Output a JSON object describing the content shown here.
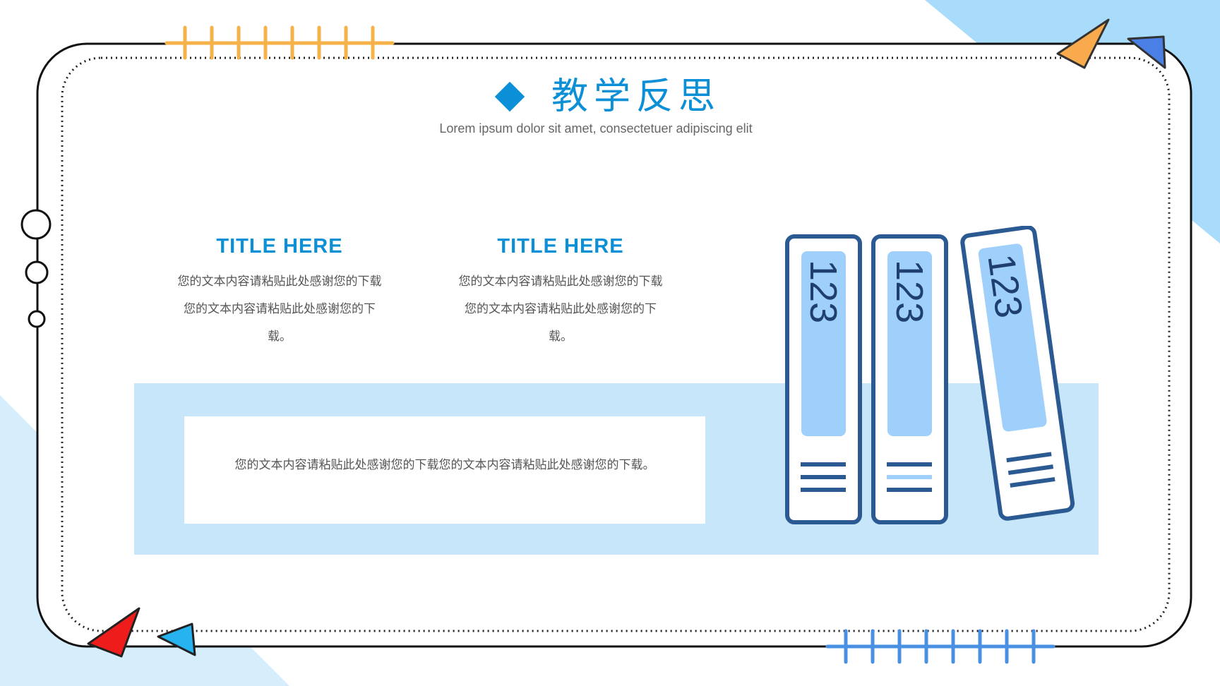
{
  "header": {
    "title": "教学反思",
    "subtitle": "Lorem ipsum dolor sit amet, consectetuer adipiscing elit"
  },
  "columns": [
    {
      "title": "TITLE HERE",
      "text": "您的文本内容请粘贴此处感谢您的下载您的文本内容请粘贴此处感谢您的下载。"
    },
    {
      "title": "TITLE HERE",
      "text": "您的文本内容请粘贴此处感谢您的下载您的文本内容请粘贴此处感谢您的下载。"
    }
  ],
  "card": {
    "text": "您的文本内容请粘贴此处感谢您的下载您的文本内容请粘贴此处感谢您的下载。"
  },
  "books": [
    {
      "label": "123"
    },
    {
      "label": "123"
    },
    {
      "label": "123"
    }
  ],
  "colors": {
    "accent": "#0b8fd6",
    "light_blue": "#c7e6fa",
    "book_outline": "#2b5a93",
    "book_fill": "#9fd0fb"
  }
}
